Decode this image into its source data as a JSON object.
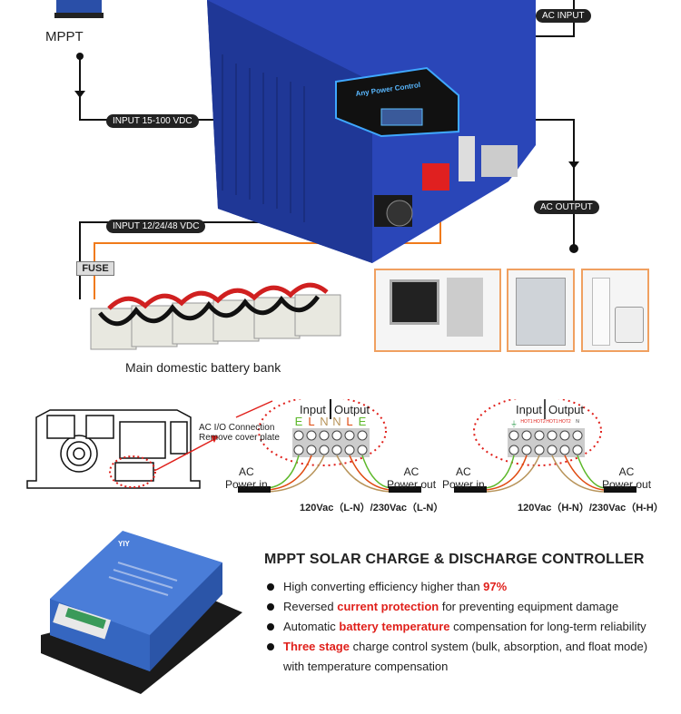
{
  "top": {
    "mppt_label": "MPPT",
    "ac_input": "AC INPUT",
    "ac_output": "AC OUTPUT",
    "input_pv": "INPUT 15-100 VDC",
    "input_battery": "INPUT 12/24/48 VDC",
    "fuse": "FUSE",
    "battery_caption": "Main domestic battery bank",
    "panel_logo": "Any Power Control"
  },
  "wiring": {
    "io_note_1": "AC  I/O Connection",
    "io_note_2": "Remove cover plate",
    "left": {
      "input": "Input",
      "output": "Output",
      "terminals": [
        "E",
        "L",
        "N",
        "N",
        "L",
        "E"
      ],
      "power_in_1": "AC",
      "power_in_2": "Power in",
      "power_out_1": "AC",
      "power_out_2": "Power out",
      "voltage": "120Vac（L-N）/230Vac（L-N）"
    },
    "right": {
      "input": "Input",
      "output": "Output",
      "terminals": [
        "⏚",
        "HOT1",
        "HOT2",
        "HOT1",
        "HOT2",
        "N"
      ],
      "power_in_1": "AC",
      "power_in_2": "Power in",
      "power_out_1": "AC",
      "power_out_2": "Power out",
      "voltage": "120Vac（H-N）/230Vac（H-H）"
    }
  },
  "controller": {
    "title": "MPPT SOLAR CHARGE & DISCHARGE CONTROLLER",
    "b1_pre": "High converting efficiency higher than ",
    "b1_hl": "97%",
    "b2_pre": "Reversed ",
    "b2_hl": "current protection",
    "b2_post": " for preventing equipment damage",
    "b3_pre": "Automatic ",
    "b3_hl": "battery temperature",
    "b3_post": " compensation for long-term reliability",
    "b4_hl": "Three stage",
    "b4_post": " charge control system (bulk,   absorption, and float mode)",
    "b4_cont": "with temperature compensation",
    "brand": "YIY"
  },
  "colors": {
    "inverter_blue": "#2a46b8",
    "orange": "#f07a1a",
    "red": "#e0201b"
  }
}
